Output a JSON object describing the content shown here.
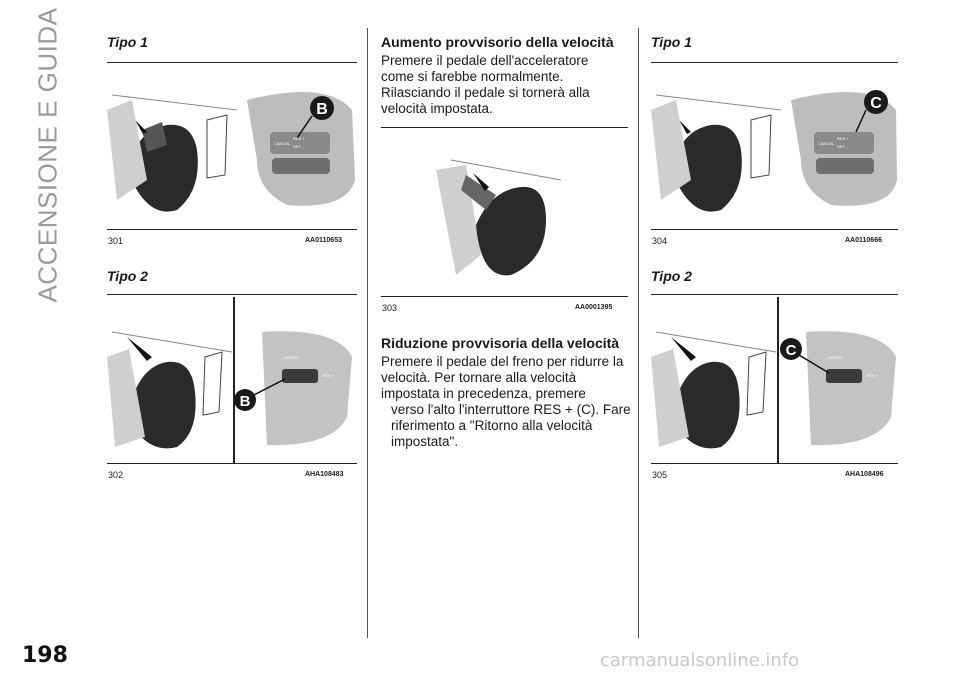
{
  "side_title": "ACCENSIONE E GUIDA",
  "page_number": "198",
  "col1": {
    "heading1": "Tipo 1",
    "fig1": {
      "num": "301",
      "code": "AA0110653",
      "label": "B",
      "btn_top": "RES +",
      "btn_bottom": "SET -",
      "btn_left": "CANCEL"
    },
    "heading2": "Tipo 2",
    "fig2": {
      "num": "302",
      "code": "AHA108483",
      "label": "B",
      "btn_top": "CANCEL",
      "btn_right": "RES +"
    }
  },
  "col2": {
    "heading1": "Aumento provvisorio della velocità",
    "para1": [
      "Premere il pedale dell'acceleratore",
      "come si farebbe normalmente.",
      "Rilasciando il pedale si tornerà alla",
      "velocità impostata."
    ],
    "fig": {
      "num": "303",
      "code": "AA0001395"
    },
    "heading2": "Riduzione provvisoria della velocità",
    "para2": [
      "Premere il pedale del freno per ridurre la",
      "velocità. Per tornare alla velocità",
      "impostata in precedenza, premere",
      "verso l'alto l'interruttore RES + (C). Fare",
      "riferimento a \"Ritorno alla velocità",
      "impostata\"."
    ]
  },
  "col3": {
    "heading1": "Tipo 1",
    "fig1": {
      "num": "304",
      "code": "AA0110666",
      "label": "C",
      "btn_top": "RES +",
      "btn_bottom": "SET -",
      "btn_left": "CANCEL"
    },
    "heading2": "Tipo 2",
    "fig2": {
      "num": "305",
      "code": "AHA108496",
      "label": "C",
      "btn_top": "CANCEL",
      "btn_right": "RES +"
    }
  },
  "watermark": "carmanualsonline.info"
}
